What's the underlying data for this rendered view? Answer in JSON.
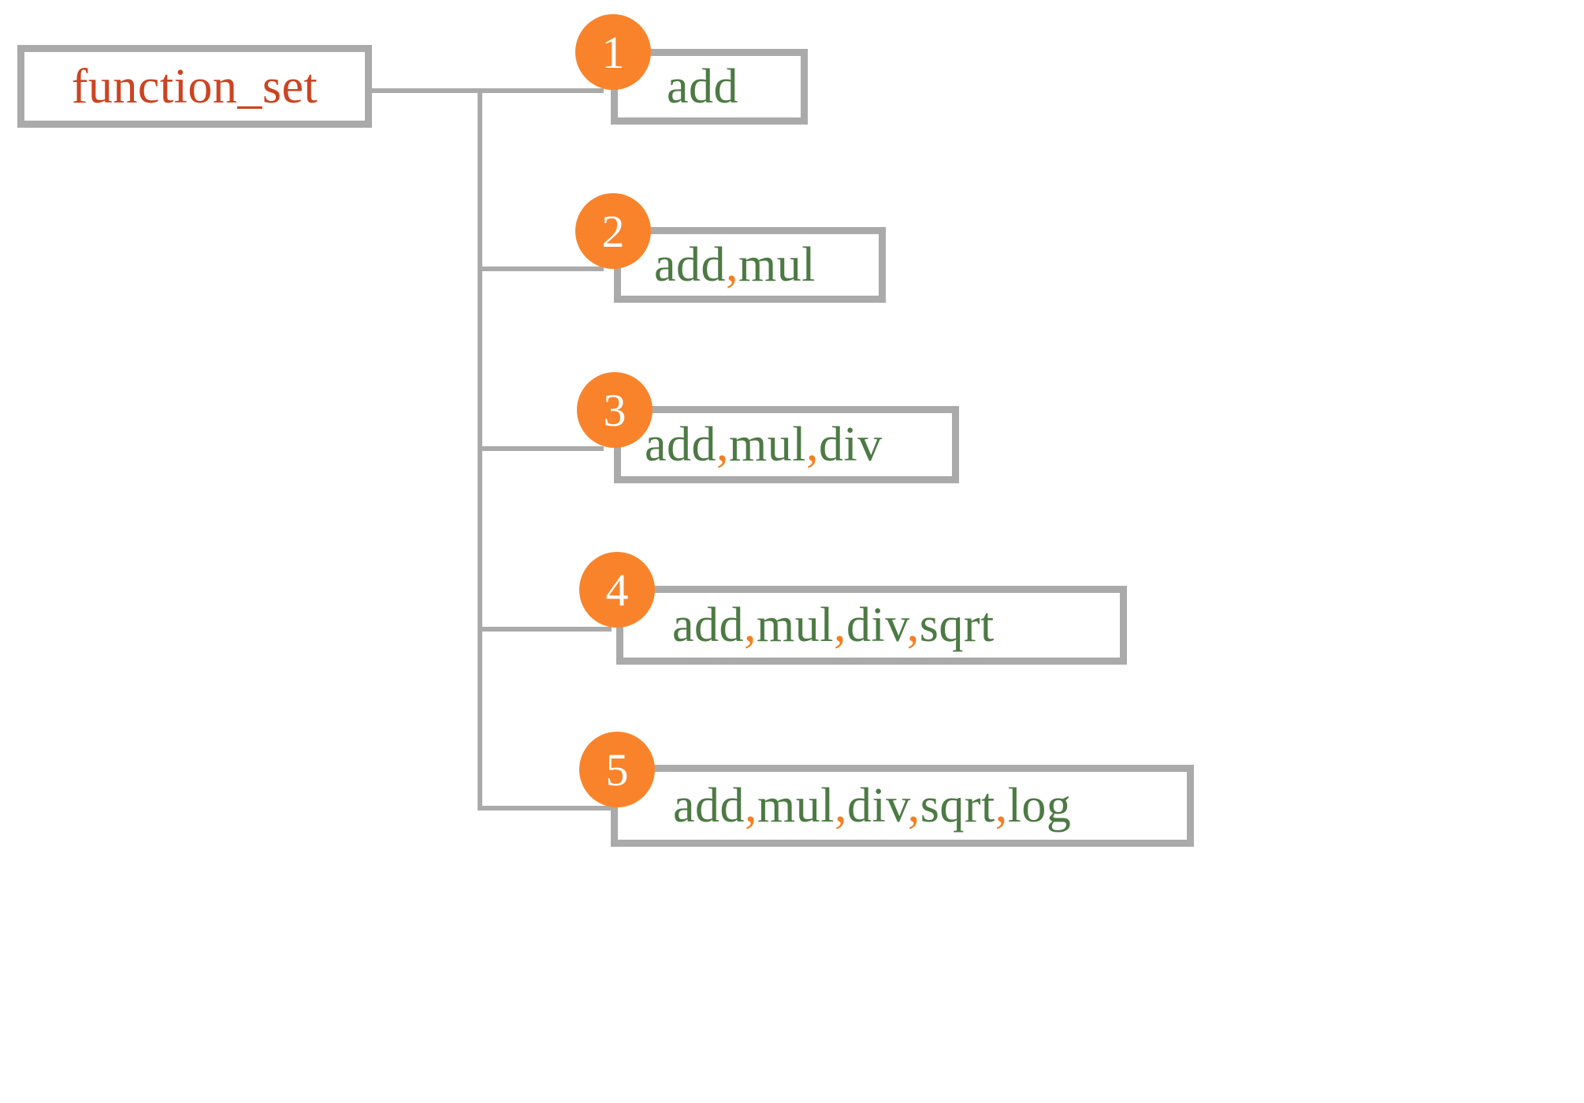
{
  "diagram": {
    "type": "tree",
    "title": "function_set",
    "root": {
      "label": "function_set",
      "color": "#cc4422"
    },
    "style": {
      "border_color": "#aaaaaa",
      "badge_color": "#f9832b",
      "badge_text_color": "#ffffff",
      "leaf_text_color": "#4d7a44",
      "separator_color": "#f28022",
      "background": "#ffffff"
    },
    "branches": [
      {
        "index": "1",
        "label": "add",
        "functions": [
          "add"
        ]
      },
      {
        "index": "2",
        "label": "add,mul",
        "functions": [
          "add",
          "mul"
        ]
      },
      {
        "index": "3",
        "label": "add,mul,div",
        "functions": [
          "add",
          "mul",
          "div"
        ]
      },
      {
        "index": "4",
        "label": "add,mul,div,sqrt",
        "functions": [
          "add",
          "mul",
          "div",
          "sqrt"
        ]
      },
      {
        "index": "5",
        "label": "add,mul,div,sqrt,log",
        "functions": [
          "add",
          "mul",
          "div",
          "sqrt",
          "log"
        ]
      }
    ]
  }
}
